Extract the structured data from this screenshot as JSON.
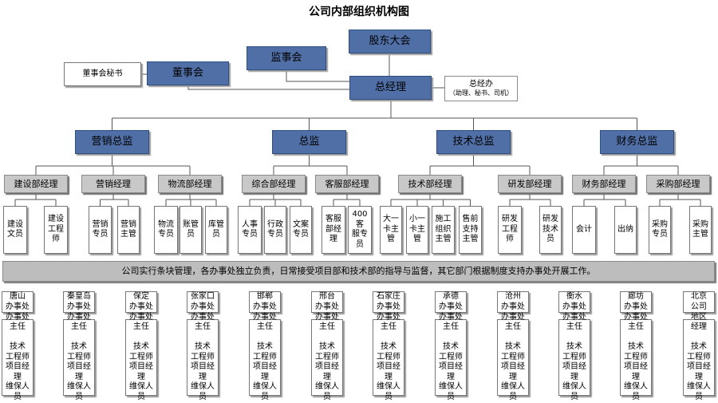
{
  "title": "公司内部组织机构图",
  "top": {
    "shareholders": "股东大会",
    "supervisors": "监事会",
    "board": "董事会",
    "board_secretary": "董事会秘书",
    "gm": "总经理",
    "gm_office_title": "总经办",
    "gm_office_sub": "（助理、秘书、司机）"
  },
  "directors": [
    "营销总监",
    "总监",
    "技术总监",
    "财务总监"
  ],
  "managers": [
    "建设部经理",
    "营销经理",
    "物流部经理",
    "综合部经理",
    "客服部经理",
    "技术部经理",
    "研发部经理",
    "财务部经理",
    "采购部经理"
  ],
  "leaves": [
    "建设\n文员",
    "建设\n工程\n师",
    "营销\n专员",
    "营销\n主管",
    "物流\n专员",
    "账管\n员",
    "库管\n员",
    "人事\n专员",
    "行政\n专员",
    "文案\n专员",
    "客服\n部经\n理",
    "400客\n服专\n员",
    "大一\n卡主\n管",
    "小一\n卡主\n管",
    "施工\n组织\n主管",
    "售前\n支持\n主管",
    "研发\n工程\n师",
    "研发\n技术\n员",
    "会计",
    "出纳",
    "采购\n专员",
    "采购\n主管"
  ],
  "banner": "公司实行条块管理，各办事处独立负责，日常接受项目部和技术部的指导与监督，其它部门根据制度支持办事处开展工作。",
  "offices": [
    "唐山\n办事处",
    "秦皇岛\n办事处",
    "保定\n办事处",
    "张家口\n办事处",
    "邯郸\n办事处",
    "邢台\n办事处",
    "石家庄\n办事处",
    "承德\n办事处",
    "沧州\n办事处",
    "衡水\n办事处",
    "廊坊\n办事处",
    "北京\n公司"
  ],
  "office_staff": [
    "办事处\n主任\n\n技术\n工程师\n项目经理\n维保人员",
    "办事处\n主任\n\n技术\n工程师\n项目经理\n维保人员",
    "办事处\n主任\n\n技术\n工程师\n项目经理\n维保人员",
    "办事处\n主任\n\n技术\n工程师\n项目经理\n维保人员",
    "办事处\n主任\n\n技术\n工程师\n项目经理\n维保人员",
    "办事处\n主任\n\n技术\n工程师\n项目经理\n维保人员",
    "办事处\n主任\n\n技术\n工程师\n项目经理\n维保人员",
    "办事处\n主任\n\n技术\n工程师\n项目经理\n维保人员",
    "办事处\n主任\n\n技术\n工程师\n项目经理\n维保人员",
    "办事处\n主任\n\n技术\n工程师\n项目经理\n维保人员",
    "办事处\n主任\n\n技术\n工程师\n项目经理\n维保人员",
    "地区\n经理\n\n技术\n工程师\n项目经理\n维保人员"
  ]
}
